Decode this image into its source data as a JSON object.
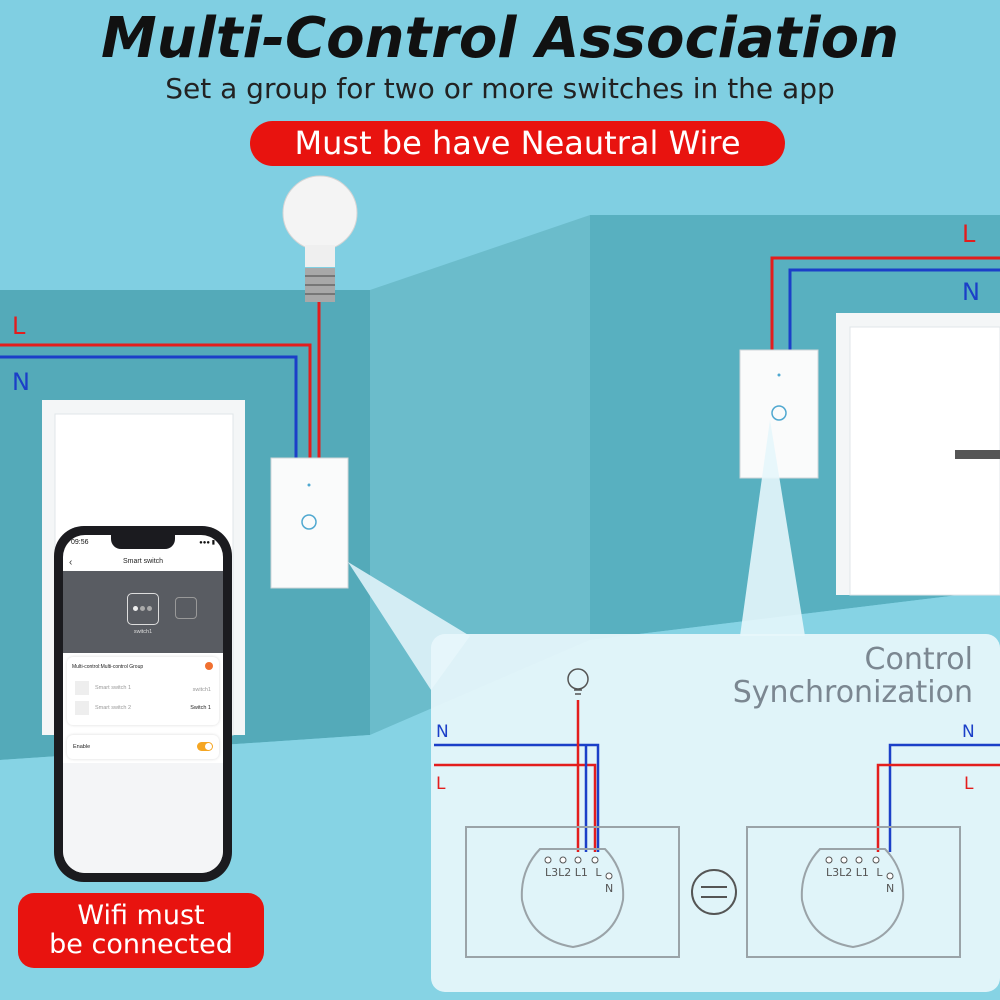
{
  "title": "Multi-Control Association",
  "subtitle": "Set a group for two or more switches in the app",
  "notice": "Must be have Neautral Wire",
  "wifi_notice": [
    "Wifi must",
    "be connected"
  ],
  "control_sync": [
    "Control",
    "Synchronization"
  ],
  "wire_labels": {
    "line": "L",
    "neutral": "N"
  },
  "terminal_labels": [
    "L3",
    "L2",
    "L1",
    "L",
    "N"
  ],
  "colors": {
    "red_wire": "#e31d1d",
    "blue_wire": "#1b3fc8",
    "banner_red": "#e8130f",
    "toggle": "#f5a623"
  },
  "phone": {
    "time": "09:56",
    "status": "●●● ▮",
    "back_icon": "chevron-left-icon",
    "screen_title": "Smart switch",
    "device_label": "switch1",
    "group_title": "Multi-control:Multi-control Group",
    "rows": [
      {
        "name": "Smart switch 1",
        "value": "switch1"
      },
      {
        "name": "Smart switch 2",
        "value": "Switch 1"
      }
    ],
    "enable_label": "Enable",
    "enable_on": true
  }
}
